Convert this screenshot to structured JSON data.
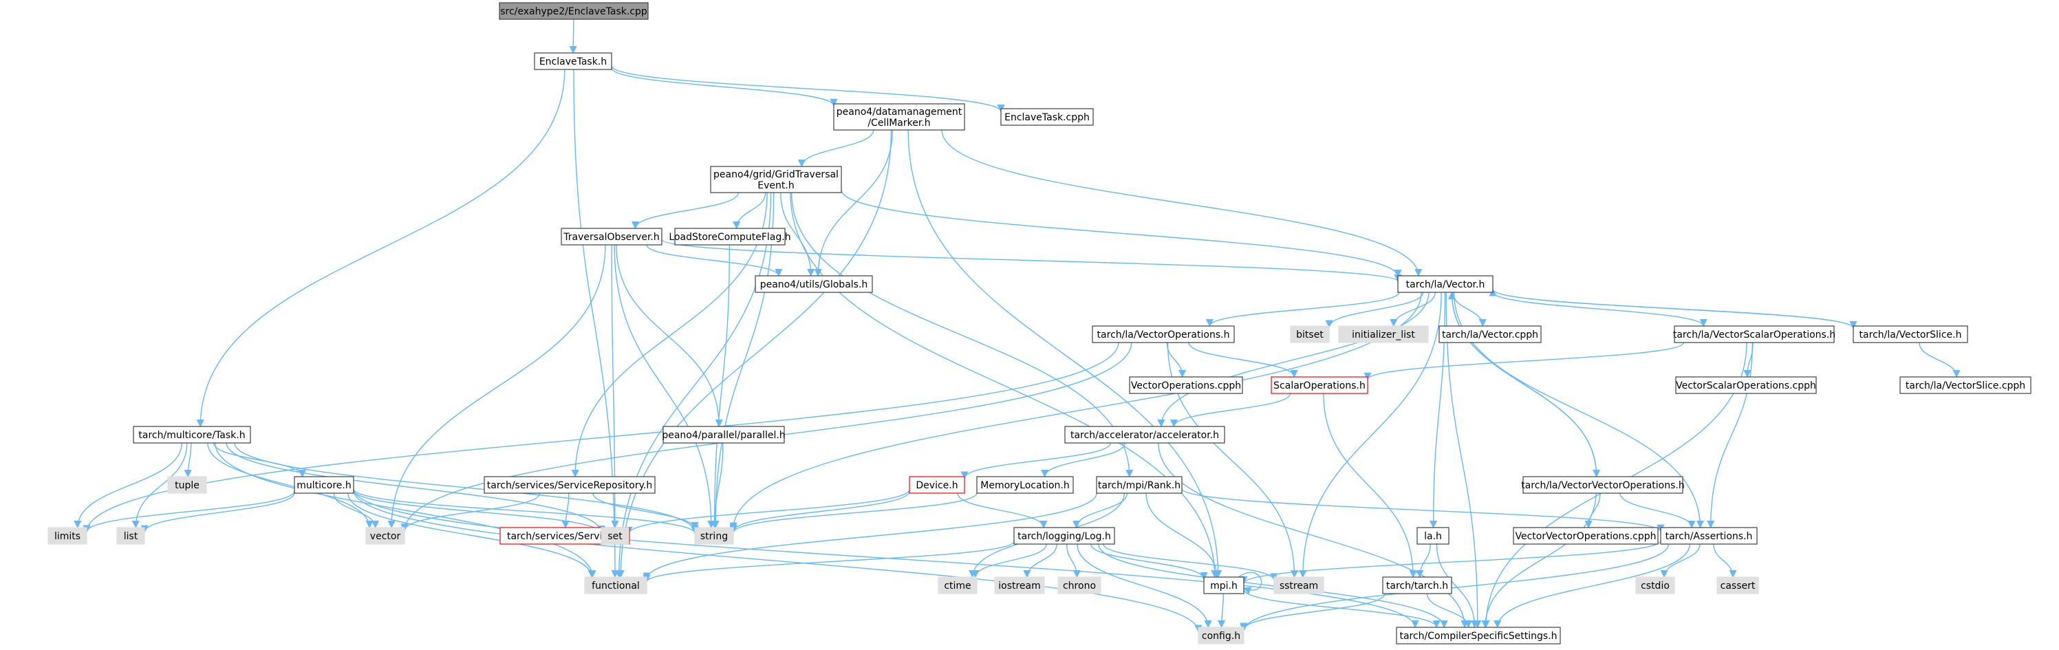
{
  "colors": {
    "edge": "#63b8ff",
    "border_normal": "#404040",
    "border_error": "#ff0000",
    "fill_normal": "#ffffff",
    "fill_external": "#e0e0e0",
    "fill_root": "#999999",
    "text": "#000000"
  },
  "nodes": [
    {
      "id": "root",
      "lines": [
        "src/exahype2/EnclaveTask.cpp"
      ],
      "style": "root"
    },
    {
      "id": "enclave_h",
      "lines": [
        "EnclaveTask.h"
      ],
      "style": "normal"
    },
    {
      "id": "enclave_cpph",
      "lines": [
        "EnclaveTask.cpph"
      ],
      "style": "normal"
    },
    {
      "id": "cellmarker",
      "lines": [
        "peano4/datamanagement",
        "/CellMarker.h"
      ],
      "style": "normal"
    },
    {
      "id": "gridtrav",
      "lines": [
        "peano4/grid/GridTraversal",
        "Event.h"
      ],
      "style": "normal"
    },
    {
      "id": "travobs",
      "lines": [
        "TraversalObserver.h"
      ],
      "style": "normal"
    },
    {
      "id": "loadstore",
      "lines": [
        "LoadStoreComputeFlag.h"
      ],
      "style": "normal"
    },
    {
      "id": "globals",
      "lines": [
        "peano4/utils/Globals.h"
      ],
      "style": "normal"
    },
    {
      "id": "vector_h",
      "lines": [
        "tarch/la/Vector.h"
      ],
      "style": "normal"
    },
    {
      "id": "bitset",
      "lines": [
        "bitset"
      ],
      "style": "external"
    },
    {
      "id": "initlist",
      "lines": [
        "initializer_list"
      ],
      "style": "external"
    },
    {
      "id": "vector_cpph",
      "lines": [
        "tarch/la/Vector.cpph"
      ],
      "style": "normal"
    },
    {
      "id": "vecscalar",
      "lines": [
        "tarch/la/VectorScalarOperations.h"
      ],
      "style": "normal"
    },
    {
      "id": "vecslice",
      "lines": [
        "tarch/la/VectorSlice.h"
      ],
      "style": "normal"
    },
    {
      "id": "vecslice_cpph",
      "lines": [
        "tarch/la/VectorSlice.cpph"
      ],
      "style": "normal"
    },
    {
      "id": "vecscalar_cpph",
      "lines": [
        "VectorScalarOperations.cpph"
      ],
      "style": "normal"
    },
    {
      "id": "vecops",
      "lines": [
        "tarch/la/VectorOperations.h"
      ],
      "style": "normal"
    },
    {
      "id": "vecops_cpph",
      "lines": [
        "VectorOperations.cpph"
      ],
      "style": "normal"
    },
    {
      "id": "scalarops",
      "lines": [
        "ScalarOperations.h"
      ],
      "style": "error"
    },
    {
      "id": "accel",
      "lines": [
        "tarch/accelerator/accelerator.h"
      ],
      "style": "normal"
    },
    {
      "id": "parallel",
      "lines": [
        "peano4/parallel/parallel.h"
      ],
      "style": "normal"
    },
    {
      "id": "task_h",
      "lines": [
        "tarch/multicore/Task.h"
      ],
      "style": "normal"
    },
    {
      "id": "tuple",
      "lines": [
        "tuple"
      ],
      "style": "external"
    },
    {
      "id": "multicore",
      "lines": [
        "multicore.h"
      ],
      "style": "normal"
    },
    {
      "id": "servrepo",
      "lines": [
        "tarch/services/ServiceRepository.h"
      ],
      "style": "normal"
    },
    {
      "id": "service",
      "lines": [
        "tarch/services/Service.h"
      ],
      "style": "error"
    },
    {
      "id": "device",
      "lines": [
        "Device.h"
      ],
      "style": "error"
    },
    {
      "id": "memloc",
      "lines": [
        "MemoryLocation.h"
      ],
      "style": "normal"
    },
    {
      "id": "rank",
      "lines": [
        "tarch/mpi/Rank.h"
      ],
      "style": "normal"
    },
    {
      "id": "vecvec",
      "lines": [
        "tarch/la/VectorVectorOperations.h"
      ],
      "style": "normal"
    },
    {
      "id": "vecvec_cpph",
      "lines": [
        "VectorVectorOperations.cpph"
      ],
      "style": "normal"
    },
    {
      "id": "assertions",
      "lines": [
        "tarch/Assertions.h"
      ],
      "style": "normal"
    },
    {
      "id": "la_h",
      "lines": [
        "la.h"
      ],
      "style": "normal"
    },
    {
      "id": "limits",
      "lines": [
        "limits"
      ],
      "style": "external"
    },
    {
      "id": "list",
      "lines": [
        "list"
      ],
      "style": "external"
    },
    {
      "id": "vector",
      "lines": [
        "vector"
      ],
      "style": "external"
    },
    {
      "id": "set",
      "lines": [
        "set"
      ],
      "style": "external"
    },
    {
      "id": "string",
      "lines": [
        "string"
      ],
      "style": "external"
    },
    {
      "id": "logging",
      "lines": [
        "tarch/logging/Log.h"
      ],
      "style": "normal"
    },
    {
      "id": "functional",
      "lines": [
        "functional"
      ],
      "style": "external"
    },
    {
      "id": "ctime",
      "lines": [
        "ctime"
      ],
      "style": "external"
    },
    {
      "id": "iostream",
      "lines": [
        "iostream"
      ],
      "style": "external"
    },
    {
      "id": "chrono",
      "lines": [
        "chrono"
      ],
      "style": "external"
    },
    {
      "id": "mpi",
      "lines": [
        "mpi.h"
      ],
      "style": "normal"
    },
    {
      "id": "sstream",
      "lines": [
        "sstream"
      ],
      "style": "external"
    },
    {
      "id": "tarch_h",
      "lines": [
        "tarch/tarch.h"
      ],
      "style": "normal"
    },
    {
      "id": "cstdio",
      "lines": [
        "cstdio"
      ],
      "style": "external"
    },
    {
      "id": "cassert",
      "lines": [
        "cassert"
      ],
      "style": "external"
    },
    {
      "id": "config",
      "lines": [
        "config.h"
      ],
      "style": "external"
    },
    {
      "id": "compiler",
      "lines": [
        "tarch/CompilerSpecificSettings.h"
      ],
      "style": "normal"
    }
  ],
  "edges": [
    [
      "root",
      "enclave_h"
    ],
    [
      "enclave_h",
      "cellmarker"
    ],
    [
      "enclave_h",
      "enclave_cpph"
    ],
    [
      "enclave_h",
      "task_h"
    ],
    [
      "enclave_h",
      "functional"
    ],
    [
      "cellmarker",
      "gridtrav"
    ],
    [
      "cellmarker",
      "globals"
    ],
    [
      "cellmarker",
      "vector_h"
    ],
    [
      "cellmarker",
      "functional"
    ],
    [
      "cellmarker",
      "mpi"
    ],
    [
      "gridtrav",
      "travobs"
    ],
    [
      "gridtrav",
      "loadstore"
    ],
    [
      "gridtrav",
      "globals"
    ],
    [
      "gridtrav",
      "vector_h"
    ],
    [
      "gridtrav",
      "servrepo"
    ],
    [
      "gridtrav",
      "string"
    ],
    [
      "gridtrav",
      "functional"
    ],
    [
      "gridtrav",
      "rank"
    ],
    [
      "gridtrav",
      "mpi"
    ],
    [
      "travobs",
      "globals"
    ],
    [
      "travobs",
      "vector_h"
    ],
    [
      "travobs",
      "parallel"
    ],
    [
      "travobs",
      "vector"
    ],
    [
      "travobs",
      "set"
    ],
    [
      "travobs",
      "string"
    ],
    [
      "loadstore",
      "string"
    ],
    [
      "vector_h",
      "bitset"
    ],
    [
      "vector_h",
      "initlist"
    ],
    [
      "vector_h",
      "vector_cpph"
    ],
    [
      "vector_h",
      "vecops"
    ],
    [
      "vector_h",
      "vecscalar"
    ],
    [
      "vector_h",
      "vecslice"
    ],
    [
      "vector_h",
      "vecvec"
    ],
    [
      "vector_h",
      "la_h"
    ],
    [
      "vector_h",
      "string"
    ],
    [
      "vector_h",
      "sstream"
    ],
    [
      "vector_h",
      "accel"
    ],
    [
      "vector_h",
      "assertions"
    ],
    [
      "vector_h",
      "compiler"
    ],
    [
      "vecops",
      "vecops_cpph"
    ],
    [
      "vecops",
      "scalarops"
    ],
    [
      "vecops",
      "limits"
    ],
    [
      "vecops",
      "vector"
    ],
    [
      "vecops",
      "sstream"
    ],
    [
      "vecscalar",
      "vecscalar_cpph"
    ],
    [
      "vecscalar",
      "scalarops"
    ],
    [
      "vecscalar",
      "assertions"
    ],
    [
      "vecscalar",
      "compiler"
    ],
    [
      "vecslice",
      "vecslice_cpph"
    ],
    [
      "vecslice",
      "vector_h"
    ],
    [
      "scalarops",
      "accel"
    ],
    [
      "scalarops",
      "tarch_h"
    ],
    [
      "accel",
      "device"
    ],
    [
      "accel",
      "memloc"
    ],
    [
      "accel",
      "compiler"
    ],
    [
      "parallel",
      "string"
    ],
    [
      "task_h",
      "tuple"
    ],
    [
      "task_h",
      "multicore"
    ],
    [
      "task_h",
      "limits"
    ],
    [
      "task_h",
      "list"
    ],
    [
      "task_h",
      "vector"
    ],
    [
      "task_h",
      "set"
    ],
    [
      "task_h",
      "string"
    ],
    [
      "task_h",
      "functional"
    ],
    [
      "multicore",
      "limits"
    ],
    [
      "multicore",
      "list"
    ],
    [
      "multicore",
      "vector"
    ],
    [
      "multicore",
      "set"
    ],
    [
      "multicore",
      "string"
    ],
    [
      "multicore",
      "functional"
    ],
    [
      "multicore",
      "config"
    ],
    [
      "multicore",
      "compiler"
    ],
    [
      "servrepo",
      "service"
    ],
    [
      "servrepo",
      "vector"
    ],
    [
      "servrepo",
      "string"
    ],
    [
      "device",
      "logging"
    ],
    [
      "device",
      "set"
    ],
    [
      "device",
      "string"
    ],
    [
      "memloc",
      "string"
    ],
    [
      "rank",
      "logging"
    ],
    [
      "rank",
      "assertions"
    ],
    [
      "rank",
      "functional"
    ],
    [
      "rank",
      "mpi"
    ],
    [
      "rank",
      "ctime"
    ],
    [
      "logging",
      "functional"
    ],
    [
      "logging",
      "ctime"
    ],
    [
      "logging",
      "iostream"
    ],
    [
      "logging",
      "chrono"
    ],
    [
      "logging",
      "mpi"
    ],
    [
      "logging",
      "sstream"
    ],
    [
      "logging",
      "config"
    ],
    [
      "logging",
      "compiler"
    ],
    [
      "vecvec",
      "vecvec_cpph"
    ],
    [
      "vecvec",
      "assertions"
    ],
    [
      "vecvec",
      "vector_h"
    ],
    [
      "vecvec",
      "compiler"
    ],
    [
      "assertions",
      "cstdio"
    ],
    [
      "assertions",
      "cassert"
    ],
    [
      "assertions",
      "mpi"
    ],
    [
      "assertions",
      "config"
    ],
    [
      "assertions",
      "compiler"
    ],
    [
      "la_h",
      "tarch_h"
    ],
    [
      "la_h",
      "compiler"
    ],
    [
      "tarch_h",
      "config"
    ],
    [
      "tarch_h",
      "compiler"
    ],
    [
      "mpi",
      "config"
    ],
    [
      "mpi",
      "compiler"
    ],
    [
      "mpi",
      "mpi"
    ]
  ]
}
